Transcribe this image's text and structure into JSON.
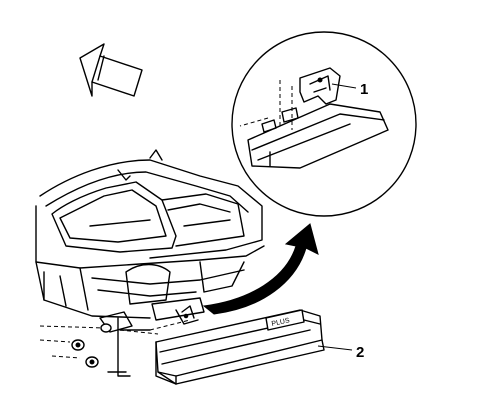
{
  "callouts": [
    {
      "id": "1",
      "label": "1"
    },
    {
      "id": "2",
      "label": "2"
    }
  ],
  "part_marking": "PLUS",
  "colors": {
    "line": "#000000",
    "background": "#ffffff"
  }
}
